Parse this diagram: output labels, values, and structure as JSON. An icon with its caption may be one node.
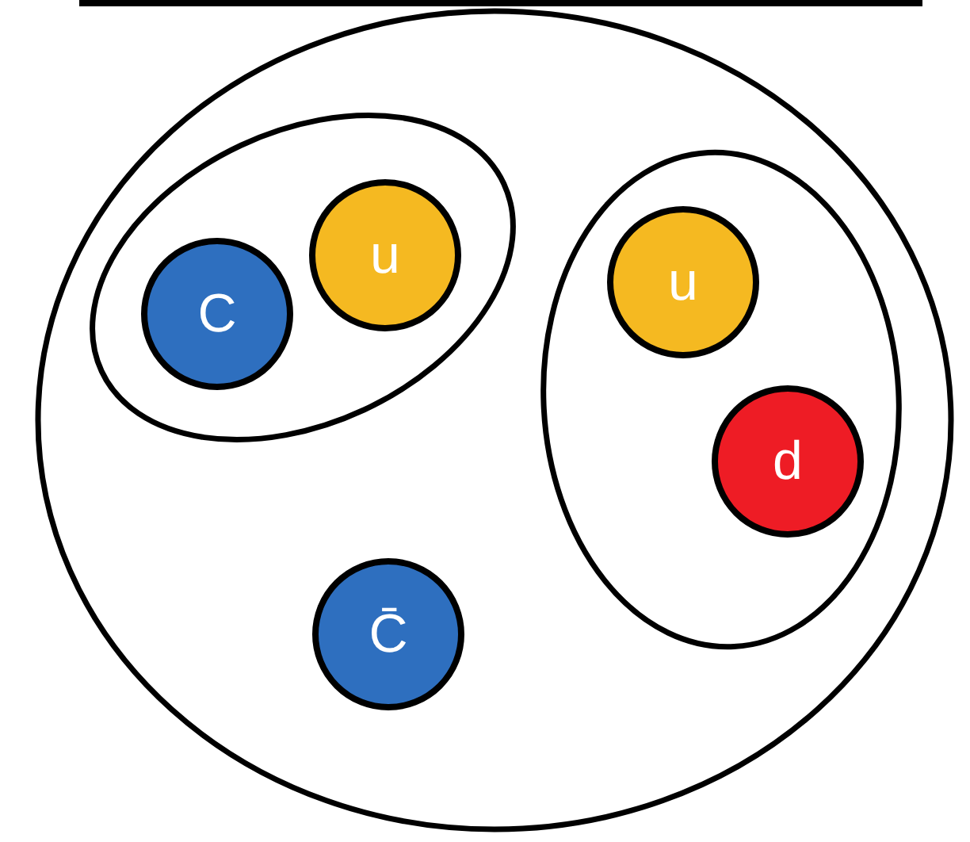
{
  "diagram": {
    "nodes": [
      {
        "text": [],
        "shape": "circle"
      },
      {
        "text": [],
        "shape": "ellipse",
        "in": 0
      },
      {
        "text": [
          "C"
        ],
        "in": 1
      },
      {
        "text": [
          "u"
        ],
        "in": 1
      },
      {
        "text": [],
        "shape": "ellipse",
        "in": 0
      },
      {
        "text": [
          "u"
        ],
        "in": 4
      },
      {
        "text": [
          "d"
        ],
        "in": 4
      },
      {
        "text": [
          "C̄"
        ],
        "in": 0
      }
    ]
  }
}
